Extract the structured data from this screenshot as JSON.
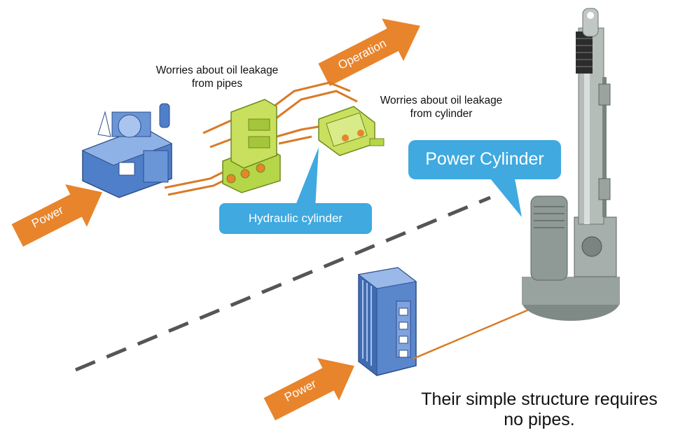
{
  "labels": {
    "leak_pipes_line1": "Worries about oil leakage",
    "leak_pipes_line2": "from pipes",
    "leak_cyl_line1": "Worries about oil leakage",
    "leak_cyl_line2": "from cylinder",
    "hydraulic_cylinder": "Hydraulic cylinder",
    "power_cylinder": "Power Cylinder",
    "operation": "Operation",
    "power_top": "Power",
    "power_bottom": "Power",
    "footer_line1": "Their simple structure requires",
    "footer_line2": "no pipes."
  },
  "colors": {
    "orange": "#e8842c",
    "bubble_blue": "#3fa9e0",
    "machine_blue": "#4f7fc9",
    "valve_green": "#b6d64a",
    "pipe_orange": "#d97a26",
    "divider": "#555555"
  }
}
